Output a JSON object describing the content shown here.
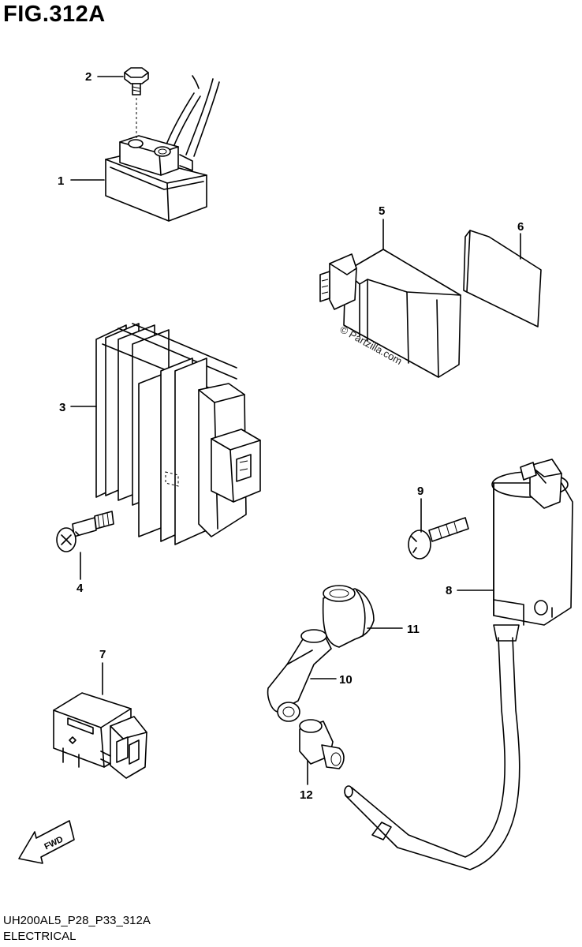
{
  "figure": {
    "title": "FIG.312A",
    "code": "UH200AL5_P28_P33_312A",
    "name": "ELECTRICAL"
  },
  "watermark": "© Partzilla.com",
  "direction_badge": "FWD",
  "callouts": [
    "1",
    "2",
    "3",
    "4",
    "5",
    "6",
    "7",
    "8",
    "9",
    "10",
    "11",
    "12"
  ]
}
